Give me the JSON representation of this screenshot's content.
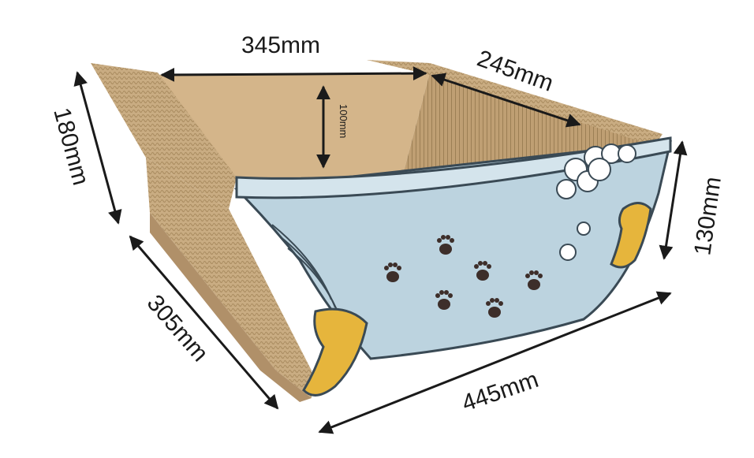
{
  "dimensions": {
    "top_width": "345mm",
    "top_depth": "245mm",
    "inner_depth": "100mm",
    "overall_height": "180mm",
    "side_height": "130mm",
    "base_depth": "305mm",
    "base_length": "445mm"
  },
  "colors": {
    "cardboard": "#c9ac82",
    "cardboard_dark": "#a88a5e",
    "cardboard_inner": "#cfae84",
    "tub_body": "#bcd3df",
    "tub_rim": "#d4e4ec",
    "outline": "#3a4a55",
    "feet": "#e6b53c",
    "paw": "#3d2e2a",
    "arrow": "#1a1a1a"
  },
  "icons": [
    "paw-print-icon",
    "bubble-foam-icon",
    "claw-foot-icon"
  ]
}
